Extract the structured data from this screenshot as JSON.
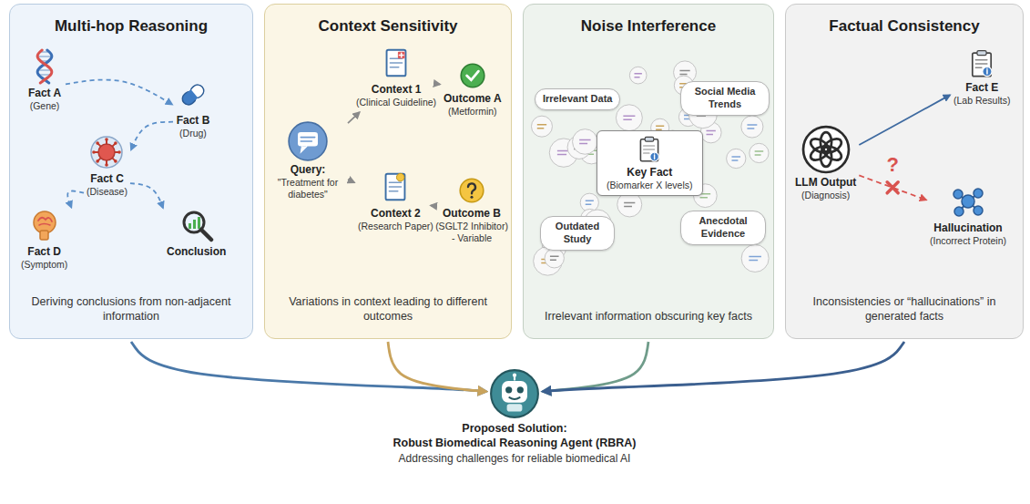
{
  "diagram": {
    "nodes": [
      {
        "text": [
          "Multi-hop Reasoning",
          "Deriving conclusions from non-adjacent information"
        ]
      },
      {
        "text": [
          "Fact A",
          "(Gene)"
        ],
        "in": 0
      },
      {
        "text": [
          "Fact B",
          "(Drug)"
        ],
        "in": 0
      },
      {
        "text": [
          "Fact C",
          "(Disease)"
        ],
        "in": 0
      },
      {
        "text": [
          "Fact D",
          "(Symptom)"
        ],
        "in": 0
      },
      {
        "text": [
          "Conclusion"
        ],
        "in": 0
      },
      {
        "text": [
          "Context Sensitivity",
          "Variations in context leading to different outcomes"
        ]
      },
      {
        "text": [
          "Query:",
          "\"Treatment for diabetes\""
        ],
        "in": 6
      },
      {
        "text": [
          "Context 1",
          "(Clinical Guideline)"
        ],
        "in": 6
      },
      {
        "text": [
          "Outcome A",
          "(Metformin)"
        ],
        "in": 6
      },
      {
        "text": [
          "Context 2",
          "(Research Paper)"
        ],
        "in": 6
      },
      {
        "text": [
          "Outcome B",
          "(SGLT2 Inhibitor) - Variable"
        ],
        "in": 6
      },
      {
        "text": [
          "Noise Interference",
          "Irrelevant information obscuring key facts"
        ]
      },
      {
        "text": [
          "Irrelevant Data"
        ],
        "in": 12
      },
      {
        "text": [
          "Social Media Trends"
        ],
        "in": 12
      },
      {
        "text": [
          "Key Fact",
          "(Biomarker X levels)"
        ],
        "in": 12
      },
      {
        "text": [
          "Outdated Study"
        ],
        "in": 12
      },
      {
        "text": [
          "Anecdotal Evidence"
        ],
        "in": 12
      },
      {
        "text": [
          "Factual Consistency",
          "Inconsistencies or “hallucinations” in generated facts"
        ]
      },
      {
        "text": [
          "LLM Output",
          "(Diagnosis)"
        ],
        "in": 18
      },
      {
        "text": [
          "Fact E",
          "(Lab Results)"
        ],
        "in": 18
      },
      {
        "text": [
          "Hallucination",
          "(Incorrect Protein)"
        ],
        "in": 18
      },
      {
        "text": [
          "Proposed Solution:",
          "Robust Biomedical Reasoning Agent (RBRA)",
          "Addressing challenges for reliable biomedical AI"
        ]
      }
    ],
    "edges": [
      {
        "from": 1,
        "to": 2,
        "arrow": "to"
      },
      {
        "from": 2,
        "to": 3,
        "arrow": "to"
      },
      {
        "from": 3,
        "to": 4,
        "arrow": "to"
      },
      {
        "from": 3,
        "to": 5,
        "arrow": "to"
      },
      {
        "from": 7,
        "to": 8,
        "arrow": "to"
      },
      {
        "from": 7,
        "to": 10,
        "arrow": "to"
      },
      {
        "from": 8,
        "to": 9,
        "arrow": "to"
      },
      {
        "from": 10,
        "to": 11,
        "arrow": "to"
      },
      {
        "from": 19,
        "to": 20,
        "arrow": "to"
      },
      {
        "from": 19,
        "to": 21,
        "label": "?",
        "arrow": "to"
      },
      {
        "from": 0,
        "to": 22,
        "arrow": "to"
      },
      {
        "from": 6,
        "to": 22,
        "arrow": "to"
      },
      {
        "from": 12,
        "to": 22,
        "arrow": "to"
      },
      {
        "from": 18,
        "to": 22,
        "arrow": "to"
      }
    ]
  }
}
